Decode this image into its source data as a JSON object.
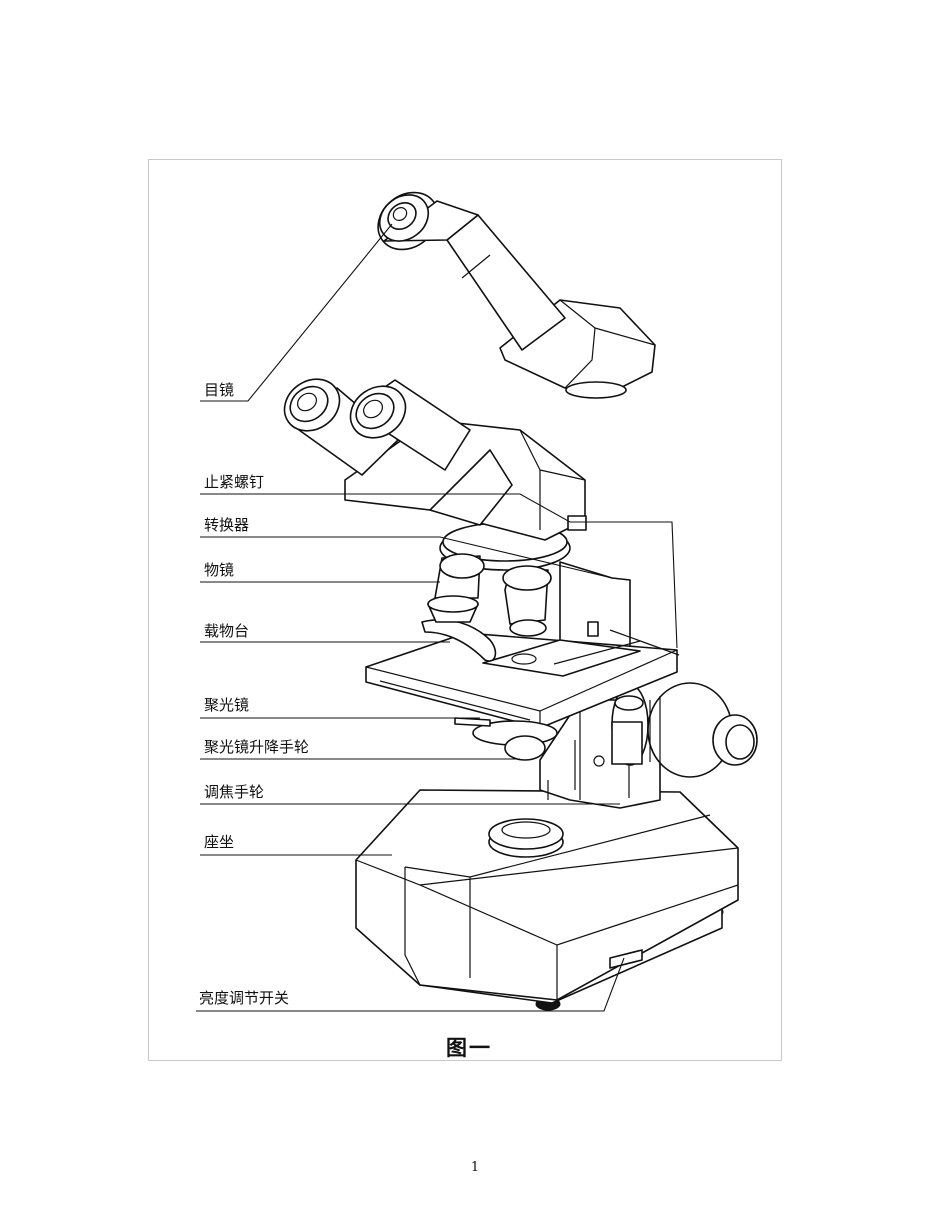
{
  "labels": {
    "eyepiece": "目镜",
    "locking_screw": "止紧螺钉",
    "nosepiece": "转换器",
    "objective": "物镜",
    "stage": "载物台",
    "condenser": "聚光镜",
    "condenser_knob": "聚光镜升降手轮",
    "focus_knob": "调焦手轮",
    "base": "座坐",
    "brightness_switch": "亮度调节开关"
  },
  "caption": "图一",
  "page_number": "1"
}
